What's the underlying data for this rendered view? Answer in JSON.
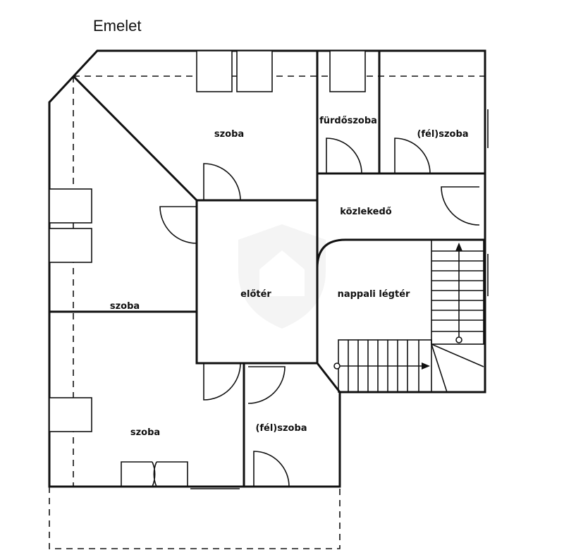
{
  "floor_title": "Emelet",
  "rooms": {
    "szoba_top": "szoba",
    "furdoszoba": "fürdőszoba",
    "felszoba_top": "(fél)szoba",
    "kozlekedo": "közlekedő",
    "szoba_left": "szoba",
    "eloter": "előtér",
    "nappali": "nappali légtér",
    "szoba_bottom": "szoba",
    "felszoba_bottom": "(fél)szoba"
  },
  "colors": {
    "line": "#111111",
    "background": "#ffffff",
    "watermark": "#e9e9e9"
  },
  "icons": {
    "watermark": "house-shield-logo"
  }
}
